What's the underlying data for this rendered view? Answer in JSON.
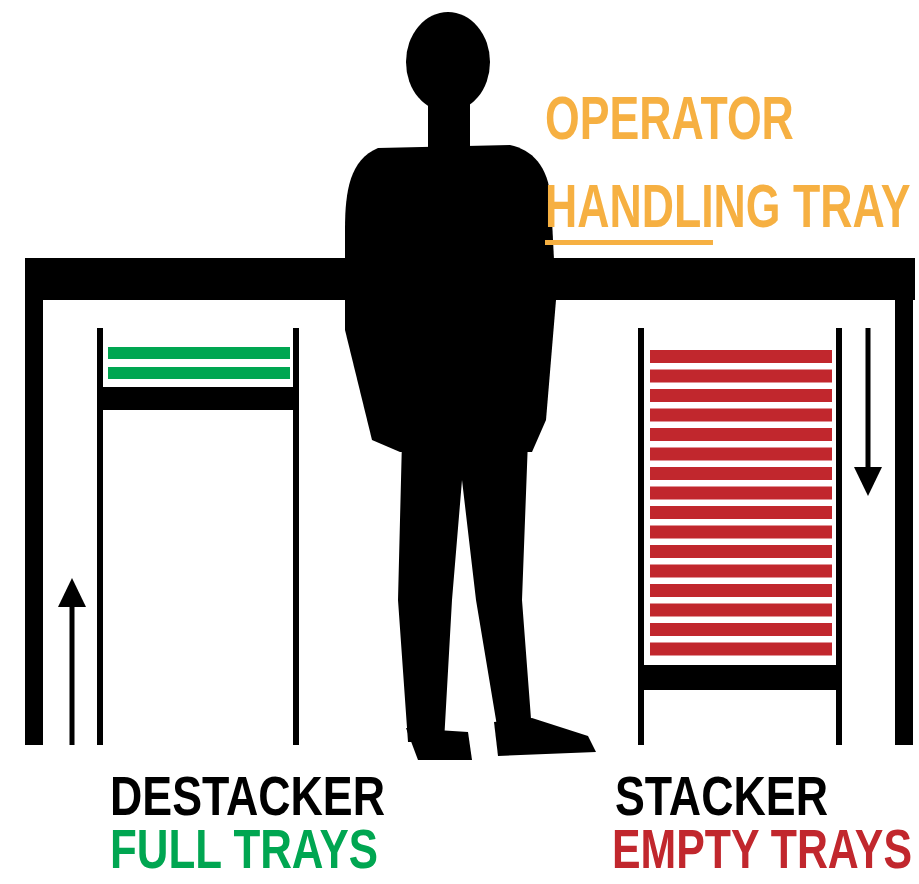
{
  "diagram": {
    "labels": [
      "OPERATOR HANDLING TRAY",
      "DESTACKER",
      "FULL TRAYS",
      "STACKER",
      "EMPTY TRAYS"
    ]
  }
}
